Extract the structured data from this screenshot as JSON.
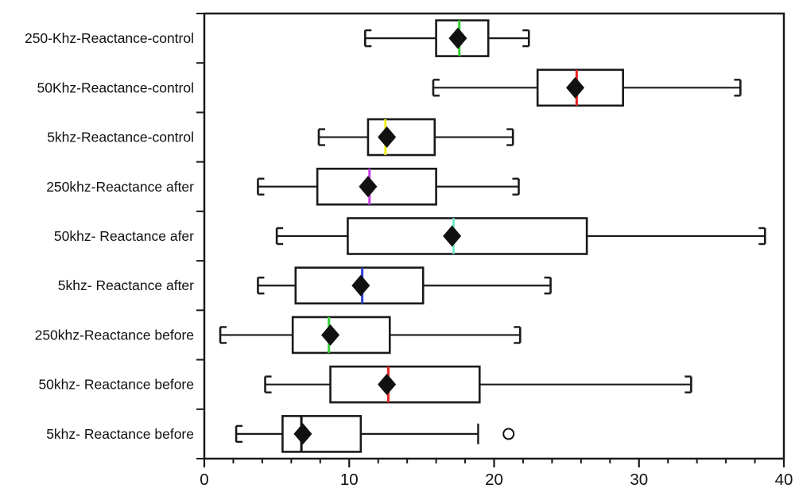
{
  "chart_data": {
    "type": "boxplot",
    "orientation": "horizontal",
    "title": "",
    "xlabel": "",
    "ylabel": "",
    "xlim": [
      0,
      40
    ],
    "x_major_ticks": [
      0,
      10,
      20,
      30,
      40
    ],
    "x_major_tick_labels": [
      "0",
      "10",
      "20",
      "30",
      "40"
    ],
    "x_minor_tick_step": 2,
    "grid": false,
    "legend": "none",
    "frame": true,
    "series": [
      {
        "label": "250-Khz-Reactance-control",
        "whisker_low": 11.1,
        "q1": 16.0,
        "median": 17.6,
        "q3": 19.6,
        "whisker_high": 22.4,
        "mean": 17.5,
        "median_color": "#35d235",
        "outliers": [],
        "cap_left": "bracket",
        "cap_right": "bracket"
      },
      {
        "label": "50Khz-Reactance-control",
        "whisker_low": 15.8,
        "q1": 23.0,
        "median": 25.7,
        "q3": 28.9,
        "whisker_high": 37.0,
        "mean": 25.6,
        "median_color": "#e82222",
        "outliers": [],
        "cap_left": "bracket",
        "cap_right": "bracket"
      },
      {
        "label": "5khz-Reactance-control",
        "whisker_low": 7.9,
        "q1": 11.3,
        "median": 12.5,
        "q3": 15.9,
        "whisker_high": 21.3,
        "mean": 12.6,
        "median_color": "#f2ee1e",
        "outliers": [],
        "cap_left": "bracket",
        "cap_right": "bracket"
      },
      {
        "label": "250khz-Reactance after",
        "whisker_low": 3.7,
        "q1": 7.8,
        "median": 11.4,
        "q3": 16.0,
        "whisker_high": 21.7,
        "mean": 11.3,
        "median_color": "#c93fe8",
        "outliers": [],
        "cap_left": "bracket",
        "cap_right": "bracket"
      },
      {
        "label": "50khz- Reactance afer",
        "whisker_low": 5.0,
        "q1": 9.9,
        "median": 17.2,
        "q3": 26.4,
        "whisker_high": 38.7,
        "mean": 17.1,
        "median_color": "#74e9cb",
        "outliers": [],
        "cap_left": "bracket",
        "cap_right": "bracket"
      },
      {
        "label": "5khz- Reactance after",
        "whisker_low": 3.7,
        "q1": 6.3,
        "median": 10.9,
        "q3": 15.1,
        "whisker_high": 23.9,
        "mean": 10.8,
        "median_color": "#2c40cf",
        "outliers": [],
        "cap_left": "bracket",
        "cap_right": "bracket"
      },
      {
        "label": "250khz-Reactance before",
        "whisker_low": 1.1,
        "q1": 6.1,
        "median": 8.6,
        "q3": 12.8,
        "whisker_high": 21.8,
        "mean": 8.7,
        "median_color": "#35d235",
        "outliers": [],
        "cap_left": "bracket",
        "cap_right": "bracket"
      },
      {
        "label": "50khz- Reactance before",
        "whisker_low": 4.2,
        "q1": 8.7,
        "median": 12.7,
        "q3": 19.0,
        "whisker_high": 33.6,
        "mean": 12.6,
        "median_color": "#e82222",
        "outliers": [],
        "cap_left": "bracket",
        "cap_right": "bracket"
      },
      {
        "label": "5khz- Reactance before",
        "whisker_low": 2.2,
        "q1": 5.4,
        "median": 6.7,
        "q3": 10.8,
        "whisker_high": 18.9,
        "mean": 6.8,
        "median_color": "#111111",
        "outliers": [
          21.0
        ],
        "cap_left": "bracket",
        "cap_right": "plain"
      }
    ]
  },
  "styles": {
    "frame_color": "#1a1a1a",
    "box_fill": "#ffffff",
    "box_stroke": "#1a1a1a",
    "whisker_color": "#1a1a1a",
    "mean_marker": "diamond",
    "mean_color": "#111111",
    "outlier_marker": "circle",
    "outlier_stroke": "#111111",
    "label_color": "#111111"
  }
}
